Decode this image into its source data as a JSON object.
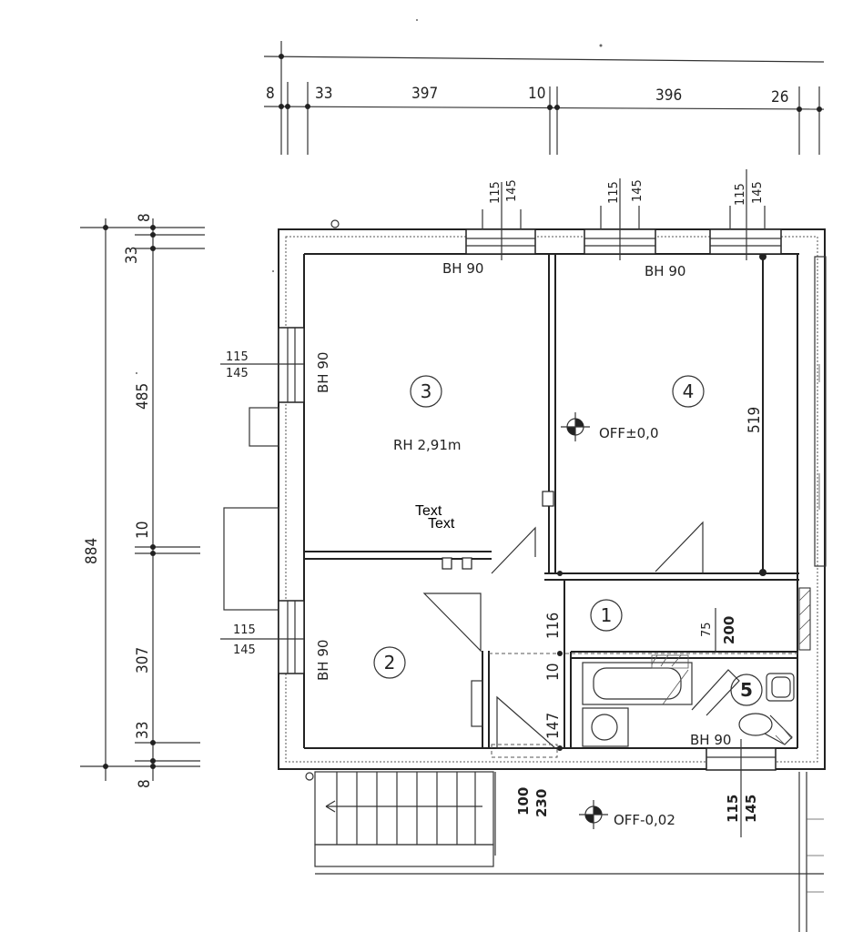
{
  "top_dims": {
    "d1": "8",
    "d2": "33",
    "d3": "397",
    "d4": "10",
    "d5": "396",
    "d6": "26"
  },
  "left_dims": {
    "d1": "8",
    "d2": "33",
    "d3": "485",
    "d4": "10",
    "d5": "307",
    "d6": "33",
    "d7": "8",
    "total": "884"
  },
  "rooms": {
    "r1": "1",
    "r2": "2",
    "r3": "3",
    "r4": "4",
    "r5": "5"
  },
  "labels": {
    "bh_top_left": "BH 90",
    "bh_top_right": "BH 90",
    "bh_left_upper": "BH 90",
    "bh_left_lower": "BH 90",
    "bh_bath": "BH 90",
    "rh": "RH 2,91m",
    "off_upper": "OFF±0,0",
    "off_lower": "OFF-0,02",
    "dim_519": "519",
    "dim_116": "116",
    "dim_10": "10",
    "dim_147": "147",
    "dim_75": "75",
    "dim_200": "200",
    "dim_100": "100",
    "dim_230": "230"
  },
  "openings": {
    "w_top1_a": "115",
    "w_top1_b": "145",
    "w_top2_a": "115",
    "w_top2_b": "145",
    "w_top3_a": "115",
    "w_top3_b": "145",
    "w_left1_a": "115",
    "w_left1_b": "145",
    "w_left2_a": "115",
    "w_left2_b": "145",
    "w_bottom_a": "115",
    "w_bottom_b": "145"
  },
  "overlay_text": {
    "t1": "Text",
    "t2": "Text"
  }
}
